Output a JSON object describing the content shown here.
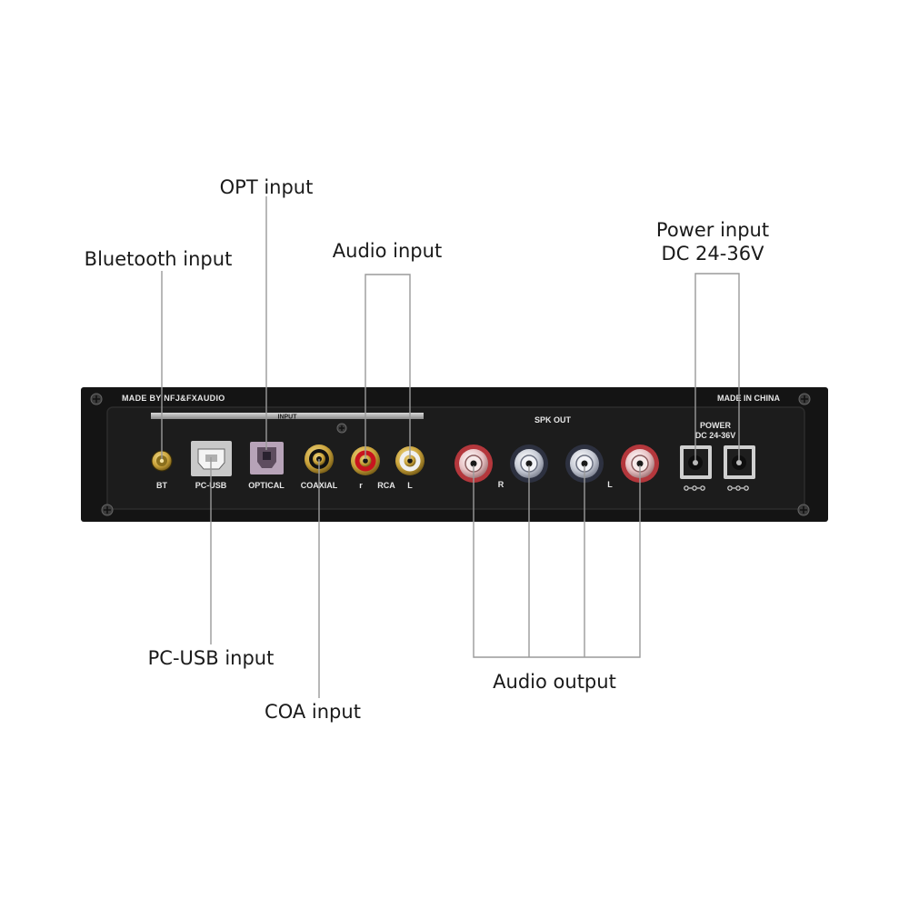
{
  "callouts": {
    "opt_input": "OPT input",
    "bluetooth_input": "Bluetooth input",
    "audio_input": "Audio input",
    "power_input_line1": "Power input",
    "power_input_line2": "DC 24-36V",
    "pc_usb_input": "PC-USB input",
    "coa_input": "COA input",
    "audio_output": "Audio output"
  },
  "panel": {
    "maker": "MADE BY NFJ&FXAUDIO",
    "origin": "MADE IN CHINA",
    "input_header": "INPUT",
    "spk_header": "SPK OUT",
    "power_header_line1": "POWER",
    "power_header_line2": "DC 24-36V",
    "labels": {
      "bt": "BT",
      "pc_usb": "PC-USB",
      "optical": "OPTICAL",
      "coaxial": "COAXIAL",
      "rca_r": "r",
      "rca": "RCA",
      "rca_l": "L",
      "spk_r": "R",
      "spk_l": "L"
    }
  },
  "colors": {
    "panel_body": "#141414",
    "panel_face": "#1c1c1c",
    "leader_line": "#9a9a9a",
    "rca_red": "#c8141e",
    "binding_red": "#b4373c",
    "gold": "#c9a23a"
  }
}
